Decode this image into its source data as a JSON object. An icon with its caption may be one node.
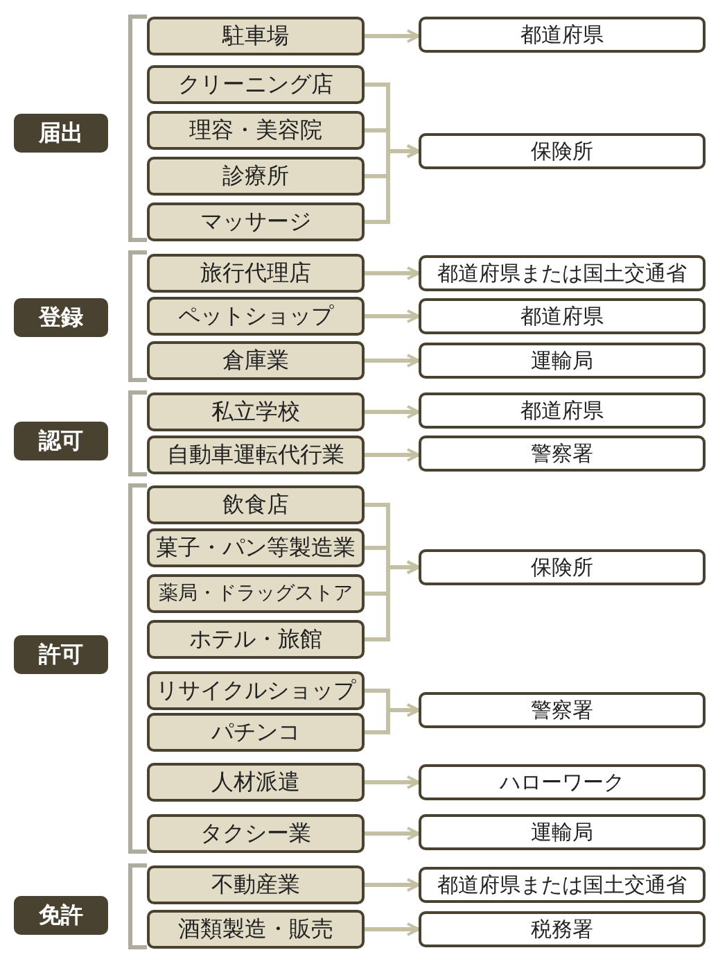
{
  "diagram": {
    "nodes": [
      {
        "text": [
          "届出"
        ]
      },
      {
        "text": [
          "駐車場"
        ]
      },
      {
        "text": [
          "都道府県"
        ]
      },
      {
        "text": [
          "クリーニング店"
        ]
      },
      {
        "text": [
          "理容・美容院"
        ]
      },
      {
        "text": [
          "保険所"
        ]
      },
      {
        "text": [
          "診療所"
        ]
      },
      {
        "text": [
          "マッサージ"
        ]
      },
      {
        "text": [
          "登録"
        ]
      },
      {
        "text": [
          "旅行代理店"
        ]
      },
      {
        "text": [
          "都道府県または国土交通省"
        ]
      },
      {
        "text": [
          "ペットショップ"
        ]
      },
      {
        "text": [
          "都道府県"
        ]
      },
      {
        "text": [
          "倉庫業"
        ]
      },
      {
        "text": [
          "運輸局"
        ]
      },
      {
        "text": [
          "認可"
        ]
      },
      {
        "text": [
          "私立学校"
        ]
      },
      {
        "text": [
          "都道府県"
        ]
      },
      {
        "text": [
          "自動車運転代行業"
        ]
      },
      {
        "text": [
          "警察署"
        ]
      },
      {
        "text": [
          "許可"
        ]
      },
      {
        "text": [
          "飲食店"
        ]
      },
      {
        "text": [
          "菓子・パン等製造業"
        ]
      },
      {
        "text": [
          "保険所"
        ]
      },
      {
        "text": [
          "薬局・ドラッグストア"
        ]
      },
      {
        "text": [
          "ホテル・旅館"
        ]
      },
      {
        "text": [
          "リサイクルショップ"
        ]
      },
      {
        "text": [
          "警察署"
        ]
      },
      {
        "text": [
          "パチンコ"
        ]
      },
      {
        "text": [
          "人材派遣"
        ]
      },
      {
        "text": [
          "ハローワーク"
        ]
      },
      {
        "text": [
          "タクシー業"
        ]
      },
      {
        "text": [
          "運輸局"
        ]
      },
      {
        "text": [
          "免許"
        ]
      },
      {
        "text": [
          "不動産業"
        ]
      },
      {
        "text": [
          "都道府県または国土交通省"
        ]
      },
      {
        "text": [
          "酒類製造・販売"
        ]
      },
      {
        "text": [
          "税務署"
        ]
      }
    ],
    "edges": [
      {
        "from": 1,
        "to": 2,
        "arrow": "to"
      },
      {
        "from": 3,
        "to": 5,
        "arrow": "to"
      },
      {
        "from": 4,
        "to": 5,
        "arrow": "to"
      },
      {
        "from": 6,
        "to": 5,
        "arrow": "to"
      },
      {
        "from": 7,
        "to": 5,
        "arrow": "to"
      },
      {
        "from": 9,
        "to": 10,
        "arrow": "to"
      },
      {
        "from": 11,
        "to": 12,
        "arrow": "to"
      },
      {
        "from": 13,
        "to": 14,
        "arrow": "to"
      },
      {
        "from": 16,
        "to": 17,
        "arrow": "to"
      },
      {
        "from": 18,
        "to": 19,
        "arrow": "to"
      },
      {
        "from": 21,
        "to": 23,
        "arrow": "to"
      },
      {
        "from": 22,
        "to": 23,
        "arrow": "to"
      },
      {
        "from": 24,
        "to": 23,
        "arrow": "to"
      },
      {
        "from": 25,
        "to": 23,
        "arrow": "to"
      },
      {
        "from": 26,
        "to": 27,
        "arrow": "to"
      },
      {
        "from": 28,
        "to": 27,
        "arrow": "to"
      },
      {
        "from": 29,
        "to": 30,
        "arrow": "to"
      },
      {
        "from": 31,
        "to": 32,
        "arrow": "to"
      },
      {
        "from": 34,
        "to": 35,
        "arrow": "to"
      },
      {
        "from": 36,
        "to": 37,
        "arrow": "to"
      }
    ]
  }
}
